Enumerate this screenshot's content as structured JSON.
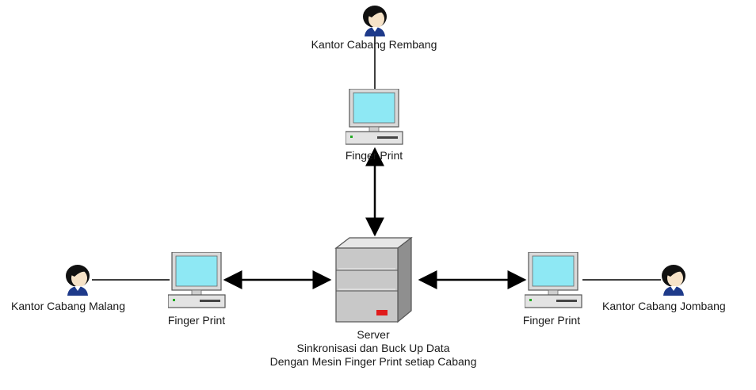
{
  "nodes": {
    "top_person": {
      "label": "Kantor Cabang Rembang",
      "icon": "person-icon"
    },
    "left_person": {
      "label": "Kantor Cabang Malang",
      "icon": "person-icon"
    },
    "right_person": {
      "label": "Kantor Cabang Jombang",
      "icon": "person-icon"
    },
    "top_computer": {
      "label": "Finger Print",
      "icon": "computer-icon"
    },
    "left_computer": {
      "label": "Finger Print",
      "icon": "computer-icon"
    },
    "right_computer": {
      "label": "Finger Print",
      "icon": "computer-icon"
    },
    "server": {
      "icon": "server-icon",
      "caption": [
        "Server",
        "Sinkronisasi dan Buck Up Data",
        "Dengan Mesin Finger Print setiap Cabang"
      ]
    }
  },
  "colors": {
    "screen": "#8ee8f4",
    "computer_body": "#d9d9d9",
    "server_body": "#c8c8c8",
    "server_light": "#e01b1b",
    "led": "#22aa22",
    "hair": "#111111",
    "shirt": "#1e3a8a",
    "line": "#000000"
  }
}
